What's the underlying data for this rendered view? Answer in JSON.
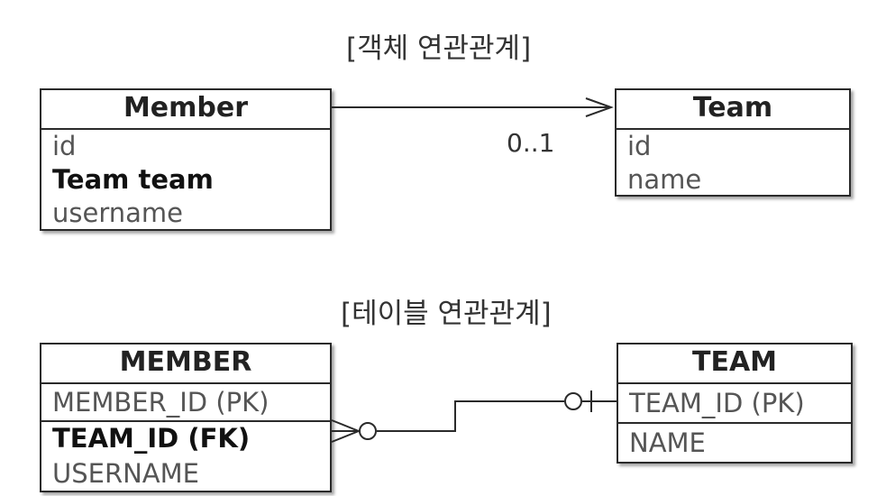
{
  "object_relation": {
    "title": "[객체 연관관계]",
    "member": {
      "name": "Member",
      "fields": [
        "id",
        "Team team",
        "username"
      ]
    },
    "team": {
      "name": "Team",
      "fields": [
        "id",
        "name"
      ]
    },
    "multiplicity": "0..1"
  },
  "table_relation": {
    "title": "[테이블 연관관계]",
    "member": {
      "name": "MEMBER",
      "fields": [
        "MEMBER_ID (PK)",
        "TEAM_ID (FK)",
        "USERNAME"
      ]
    },
    "team": {
      "name": "TEAM",
      "fields": [
        "TEAM_ID (PK)",
        "NAME"
      ]
    }
  }
}
